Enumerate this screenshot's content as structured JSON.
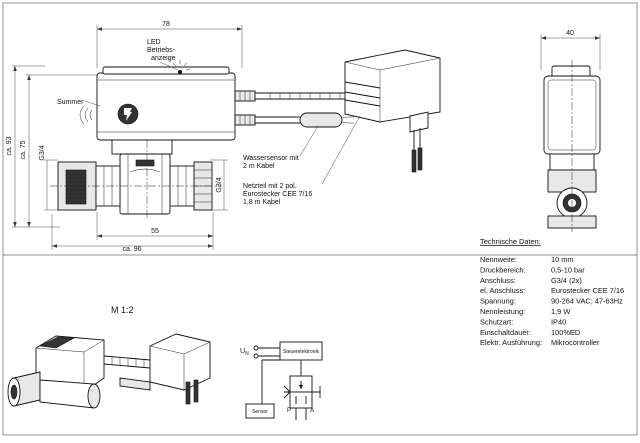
{
  "dimensions": {
    "width_78": "78",
    "width_40": "40",
    "width_55": "55",
    "width_ca96": "ca. 96",
    "height_ca93": "ca. 93",
    "height_ca75": "ca. 75",
    "thread_left": "G3/4",
    "thread_right": "G3/4"
  },
  "callouts": {
    "led_line1": "LED",
    "led_line2": "Betriebs-",
    "led_line3": "anzeige",
    "summer": "Summer",
    "sensor_line1": "Wassersensor mit",
    "sensor_line2": "2 m Kabel",
    "psu_line1": "Netzteil mit 2 pol.",
    "psu_line2": "Eurostecker CEE 7/16",
    "psu_line3": "1,8 m Kabel"
  },
  "scale_label": "M 1:2",
  "schematic": {
    "voltage_label": "U",
    "voltage_sub": "N",
    "controller_label": "Steuerelektronik",
    "sensor_label": "Sensor",
    "port_p": "P",
    "port_a": "A"
  },
  "specs": {
    "heading": "Technische Daten:",
    "rows": [
      {
        "label": "Nennweite:",
        "value": "10 mm"
      },
      {
        "label": "Druckbereich:",
        "value": "0,5-10 bar"
      },
      {
        "label": "Anschluss:",
        "value": "G3/4 (2x)"
      },
      {
        "label": "el. Anschluss:",
        "value": "Eurostecker CEE 7/16"
      },
      {
        "label": "Spannung:",
        "value": "90-264 VAC; 47-63Hz"
      },
      {
        "label": "Nennleistung:",
        "value": "1,9 W"
      },
      {
        "label": "Schutzart:",
        "value": "IP40"
      },
      {
        "label": "Einschaltdauer:",
        "value": "100%ED"
      },
      {
        "label": "Elektr. Ausführung:",
        "value": "Mikrocontroller"
      }
    ]
  }
}
